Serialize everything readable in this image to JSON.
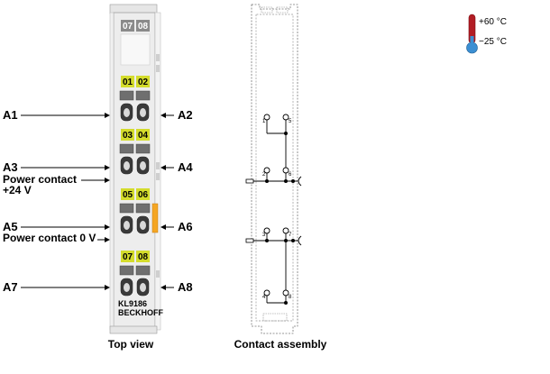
{
  "module": {
    "type_label": "KL9186",
    "brand": "BECKHOFF",
    "led_labels": [
      [
        "07",
        "08"
      ],
      [
        "01",
        "02"
      ],
      [
        "03",
        "04"
      ],
      [
        "05",
        "06"
      ],
      [
        "07",
        "08"
      ]
    ]
  },
  "left_labels": {
    "a1": "A1",
    "a3": "A3",
    "pc24_line1": "Power contact",
    "pc24_line2": "+24 V",
    "a5": "A5",
    "pc0": "Power contact 0 V",
    "a7": "A7"
  },
  "right_labels": {
    "a2": "A2",
    "a4": "A4",
    "a6": "A6",
    "a8": "A8"
  },
  "contact_numbers": {
    "c1": "1",
    "c5": "5",
    "c2": "2",
    "c6": "6",
    "c3": "3",
    "c7": "7",
    "c4": "4",
    "c8": "8"
  },
  "temperature": {
    "high": "+60 °C",
    "low": "−25 °C"
  },
  "captions": {
    "top_view": "Top view",
    "contact_assembly": "Contact assembly"
  },
  "colors": {
    "led_yellow": "#d4dc2c",
    "led_gray": "#8a8a8a",
    "power_orange": "#f5a623",
    "thermo_red": "#b21d24",
    "thermo_blue": "#3b8fd3"
  }
}
